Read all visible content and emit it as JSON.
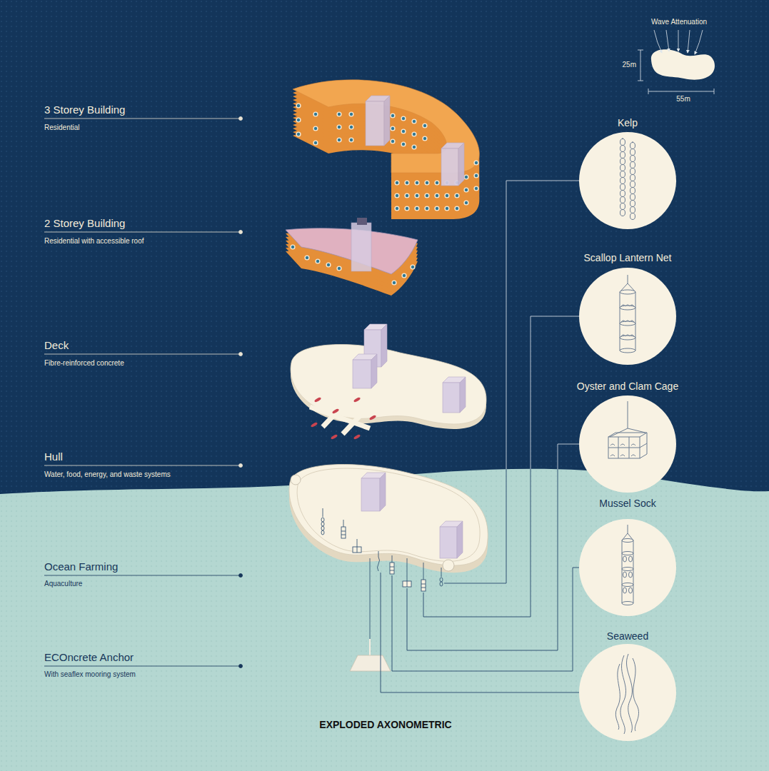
{
  "diagram": {
    "title": "EXPLODED AXONOMETRIC",
    "nodes": [
      {
        "text": [
          "Kelp"
        ]
      },
      {
        "text": [
          "Scallop Lantern Net"
        ]
      },
      {
        "text": [
          "Oyster and Clam Cage"
        ]
      },
      {
        "text": [
          "Mussel Sock"
        ]
      },
      {
        "text": [
          "Seaweed"
        ]
      }
    ],
    "labels": [
      "3 Storey Building",
      "Residential",
      "2 Storey Building",
      "Residential with accessible roof",
      "Deck",
      "Fibre-reinforced concrete",
      "Hull",
      "Water, food, energy, and waste systems",
      "Ocean Farming",
      "Aquaculture",
      "ECOncrete Anchor",
      "With seaflex mooring system",
      "Wave Attenuation",
      "25m",
      "55m"
    ]
  }
}
